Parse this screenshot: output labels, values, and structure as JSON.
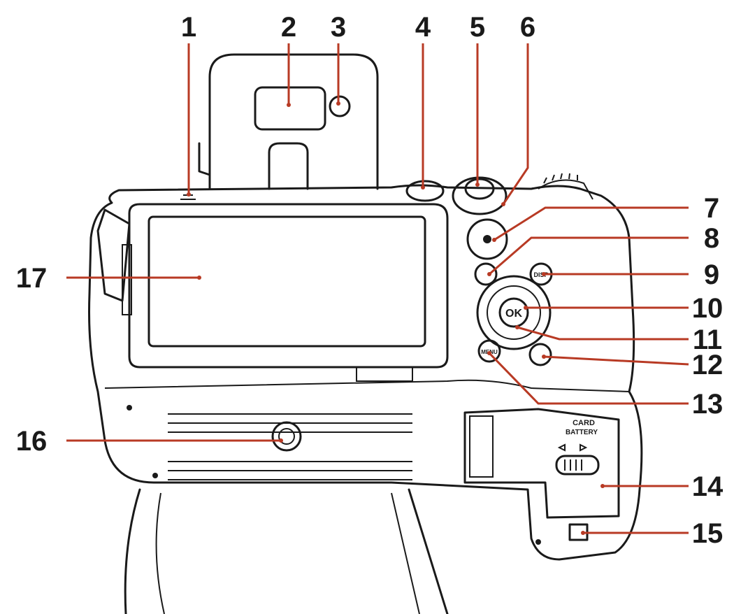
{
  "callouts": [
    {
      "id": "1",
      "label": "1"
    },
    {
      "id": "2",
      "label": "2"
    },
    {
      "id": "3",
      "label": "3"
    },
    {
      "id": "4",
      "label": "4"
    },
    {
      "id": "5",
      "label": "5"
    },
    {
      "id": "6",
      "label": "6"
    },
    {
      "id": "7",
      "label": "7"
    },
    {
      "id": "8",
      "label": "8"
    },
    {
      "id": "9",
      "label": "9"
    },
    {
      "id": "10",
      "label": "10"
    },
    {
      "id": "11",
      "label": "11"
    },
    {
      "id": "12",
      "label": "12"
    },
    {
      "id": "13",
      "label": "13"
    },
    {
      "id": "14",
      "label": "14"
    },
    {
      "id": "15",
      "label": "15"
    },
    {
      "id": "16",
      "label": "16"
    },
    {
      "id": "17",
      "label": "17"
    }
  ],
  "camera_text": {
    "ok_button": "OK",
    "card_label": "CARD",
    "battery_label": "BATTERY",
    "disp_button": "DISP",
    "menu_button": "MENU"
  },
  "colors": {
    "leader": "#b83a24",
    "outline": "#1a1a1a",
    "body": "#ffffff"
  }
}
